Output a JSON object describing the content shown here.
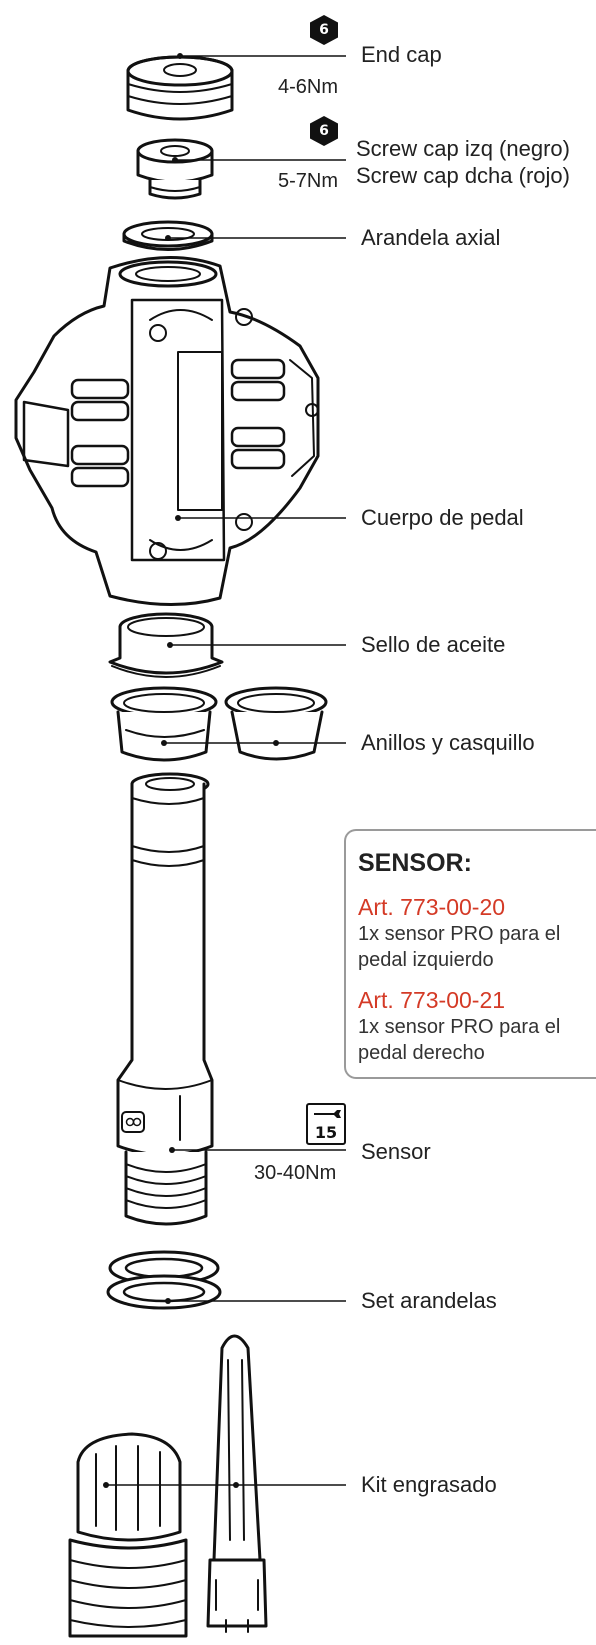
{
  "parts": [
    {
      "label": "End cap",
      "torque": "4-6Nm",
      "tool": "6"
    },
    {
      "label": "Screw cap izq (negro)",
      "label2": "Screw cap dcha (rojo)",
      "torque": "5-7Nm",
      "tool": "6"
    },
    {
      "label": "Arandela axial"
    },
    {
      "label": "Cuerpo de pedal"
    },
    {
      "label": "Sello de aceite"
    },
    {
      "label": "Anillos y casquillo"
    },
    {
      "label": "Sensor",
      "torque": "30-40Nm",
      "tool": "15"
    },
    {
      "label": "Set arandelas"
    },
    {
      "label": "Kit engrasado"
    }
  ],
  "sensor_box": {
    "title": "SENSOR:",
    "items": [
      {
        "article": "Art. 773-00-20",
        "description": "1x sensor PRO para el pedal izquierdo"
      },
      {
        "article": "Art. 773-00-21",
        "description": "1x sensor PRO para el pedal derecho"
      }
    ]
  },
  "colors": {
    "article": "#d43a26",
    "line": "#111111",
    "box_border": "#9a9a9a"
  },
  "icons": [
    "hex-key-6-icon",
    "wrench-15-icon"
  ]
}
